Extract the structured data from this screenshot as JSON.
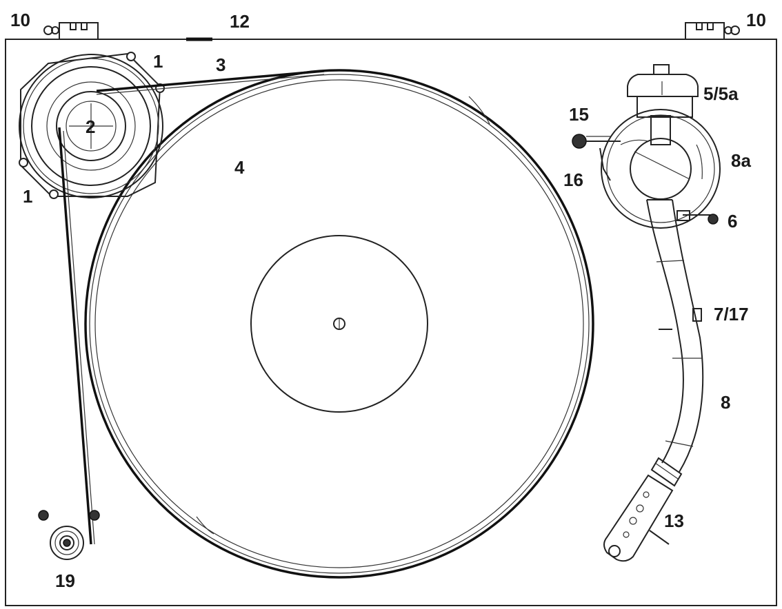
{
  "diagram": {
    "labels": {
      "hinge_left": "10",
      "hinge_right": "10",
      "rear_item": "12",
      "motor_mount_top": "1",
      "motor_mount_bottom": "1",
      "motor_pulley": "2",
      "drive_belt": "3",
      "platter": "4",
      "counterweight": "5/5a",
      "anti_skate_weight": "15",
      "anti_skate_holder": "16",
      "tonearm_bearing": "8a",
      "arm_rest": "6",
      "arm_lift": "7/17",
      "tonearm": "8",
      "headshell": "13",
      "rca_connector": "19"
    },
    "icons": {
      "plinth": "plinth-outline",
      "platter": "platter-icon",
      "pulley": "motor-pulley-icon",
      "belt": "drive-belt-icon",
      "tonearm": "tonearm-icon",
      "hinge": "hinge-icon"
    },
    "colors": {
      "line": "#222222",
      "background": "#ffffff"
    }
  }
}
